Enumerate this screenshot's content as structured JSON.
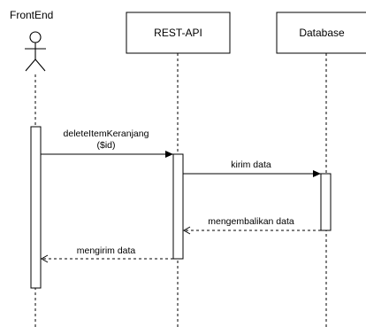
{
  "participants": {
    "frontend": {
      "label": "FrontEnd",
      "icon": "actor-icon"
    },
    "rest_api": {
      "label": "REST-API"
    },
    "database": {
      "label": "Database"
    }
  },
  "messages": [
    {
      "from": "frontend",
      "to": "rest_api",
      "kind": "sync",
      "label_line1": "deleteItemKeranjang",
      "label_line2": "($id)"
    },
    {
      "from": "rest_api",
      "to": "database",
      "kind": "sync",
      "label_line1": "kirim data"
    },
    {
      "from": "database",
      "to": "rest_api",
      "kind": "return",
      "label_line1": "mengembalikan data"
    },
    {
      "from": "rest_api",
      "to": "frontend",
      "kind": "return",
      "label_line1": "mengirim data"
    }
  ],
  "colors": {
    "stroke": "#000000",
    "background": "#ffffff"
  }
}
